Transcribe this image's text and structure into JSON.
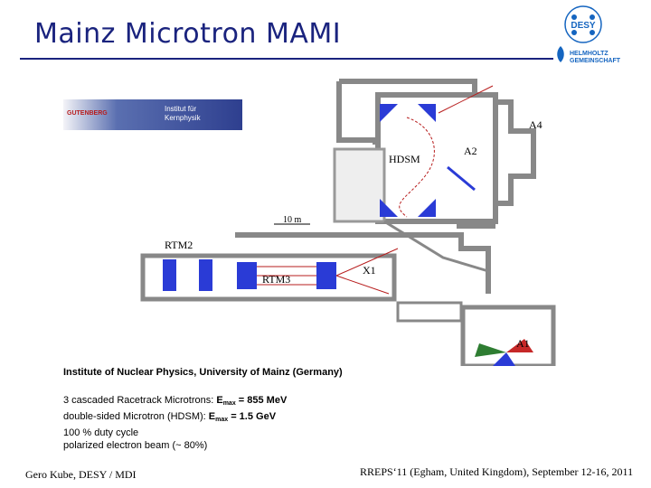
{
  "header": {
    "title": "Mainz Microtron MAMI",
    "logo_org": "DESY",
    "logo_sub_1": "HELMHOLTZ",
    "logo_sub_2": "GEMEINSCHAFT",
    "accent": "#1a237e"
  },
  "banner": {
    "university": "GUTENBERG",
    "institute_line1": "Institut für",
    "institute_line2": "Kernphysik"
  },
  "floorplan": {
    "labels": {
      "a4": "A4",
      "a2": "A2",
      "hdsm": "HDSM",
      "scale": "10 m",
      "rtm2": "RTM2",
      "rtm3": "RTM3",
      "x1": "X1",
      "a1": "A1"
    }
  },
  "content": {
    "subtitle": "Institute of Nuclear Physics, University of Mainz (Germany)",
    "bullet1_text": "3 cascaded Racetrack Microtrons: ",
    "bullet1_e": "E",
    "bullet1_sub": "max",
    "bullet1_val": " = 855 MeV",
    "bullet2_text": "double-sided Microtron (HDSM):   ",
    "bullet2_e": "E",
    "bullet2_sub": "max",
    "bullet2_val": " = 1.5 GeV",
    "bullet3": "100 % duty cycle",
    "bullet4": "polarized electron beam (~ 80%)"
  },
  "footer": {
    "left": "Gero Kube, DESY / MDI",
    "right": "RREPS‘11 (Egham, United Kingdom), September 12-16, 2011"
  }
}
